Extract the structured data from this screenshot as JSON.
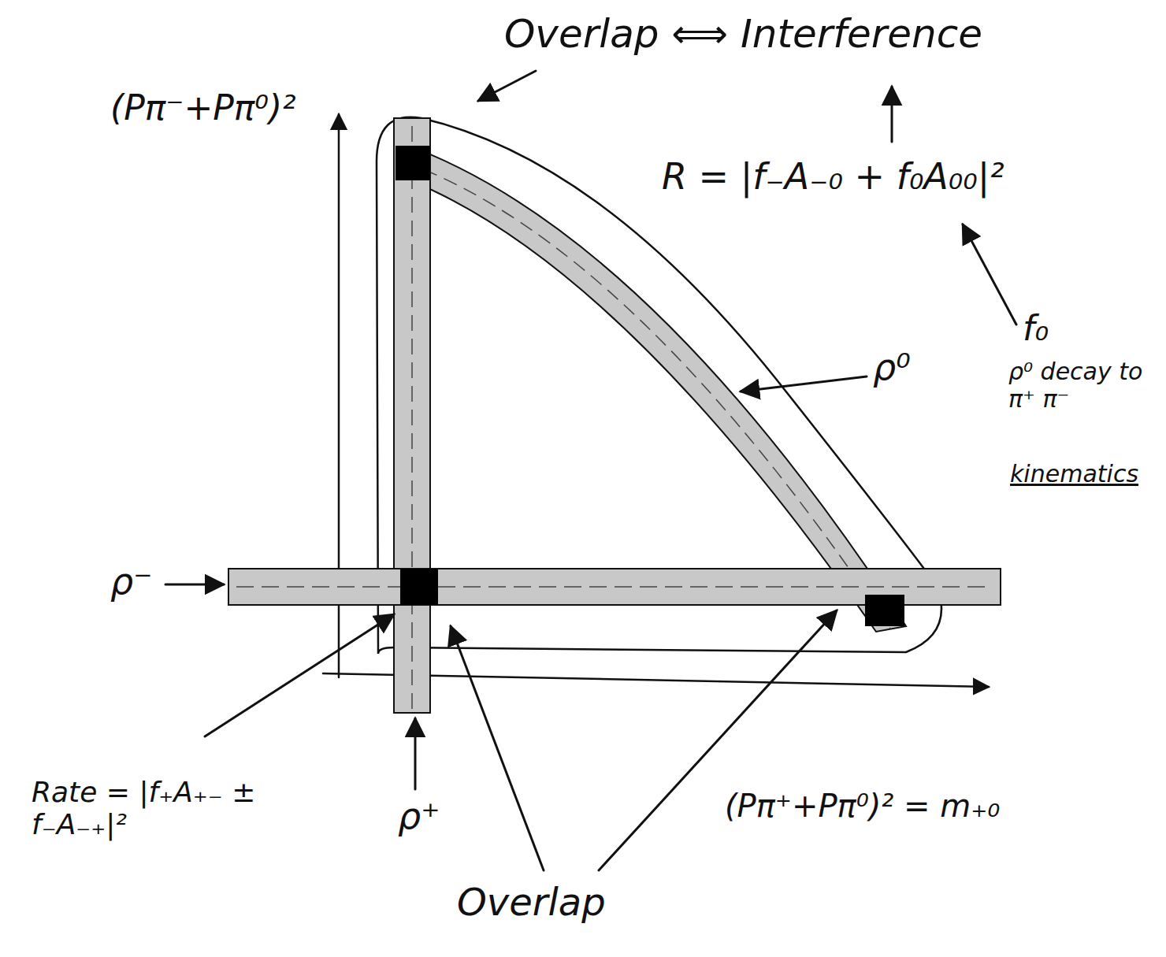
{
  "diagram": {
    "labels": [
      "Overlap ⟺ Interference",
      "(Pπ⁻+Pπ⁰)²",
      "R = |f₋A₋₀ + f₀A₀₀|²",
      "f₀",
      "ρ⁰ decay to π⁺ π⁻",
      "kinematics",
      "ρ⁰",
      "ρ⁻",
      "ρ⁺",
      "Rate = |f₊A₊₋ ± f₋A₋₊|²",
      "(Pπ⁺+Pπ⁰)² = m₊₀",
      "Overlap"
    ]
  }
}
